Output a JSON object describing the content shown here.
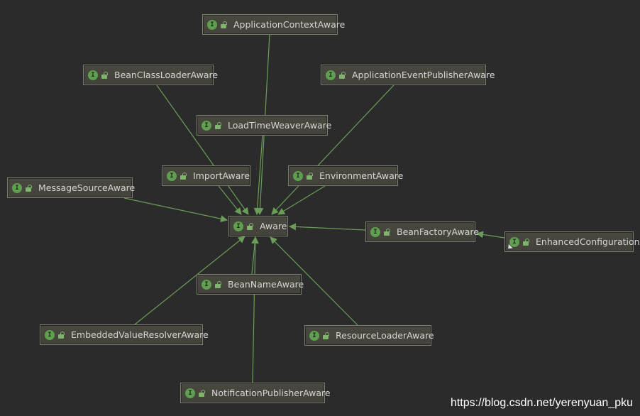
{
  "diagram": {
    "nodes": [
      {
        "id": "ApplicationContextAware",
        "label": "ApplicationContextAware",
        "kind": "interface"
      },
      {
        "id": "BeanClassLoaderAware",
        "label": "BeanClassLoaderAware",
        "kind": "interface"
      },
      {
        "id": "ApplicationEventPublisherAware",
        "label": "ApplicationEventPublisherAware",
        "kind": "interface"
      },
      {
        "id": "LoadTimeWeaverAware",
        "label": "LoadTimeWeaverAware",
        "kind": "interface"
      },
      {
        "id": "ImportAware",
        "label": "ImportAware",
        "kind": "interface"
      },
      {
        "id": "EnvironmentAware",
        "label": "EnvironmentAware",
        "kind": "interface"
      },
      {
        "id": "MessageSourceAware",
        "label": "MessageSourceAware",
        "kind": "interface"
      },
      {
        "id": "Aware",
        "label": "Aware",
        "kind": "interface"
      },
      {
        "id": "BeanFactoryAware",
        "label": "BeanFactoryAware",
        "kind": "interface"
      },
      {
        "id": "EnhancedConfiguration",
        "label": "EnhancedConfiguration",
        "kind": "interface",
        "overlay": "arrow"
      },
      {
        "id": "BeanNameAware",
        "label": "BeanNameAware",
        "kind": "interface"
      },
      {
        "id": "EmbeddedValueResolverAware",
        "label": "EmbeddedValueResolverAware",
        "kind": "interface"
      },
      {
        "id": "ResourceLoaderAware",
        "label": "ResourceLoaderAware",
        "kind": "interface"
      },
      {
        "id": "NotificationPublisherAware",
        "label": "NotificationPublisherAware",
        "kind": "interface"
      }
    ],
    "edges": [
      {
        "from": "ApplicationContextAware",
        "to": "Aware"
      },
      {
        "from": "BeanClassLoaderAware",
        "to": "Aware"
      },
      {
        "from": "ApplicationEventPublisherAware",
        "to": "Aware"
      },
      {
        "from": "LoadTimeWeaverAware",
        "to": "Aware"
      },
      {
        "from": "ImportAware",
        "to": "Aware"
      },
      {
        "from": "EnvironmentAware",
        "to": "Aware"
      },
      {
        "from": "MessageSourceAware",
        "to": "Aware"
      },
      {
        "from": "BeanFactoryAware",
        "to": "Aware"
      },
      {
        "from": "EnhancedConfiguration",
        "to": "BeanFactoryAware"
      },
      {
        "from": "BeanNameAware",
        "to": "Aware"
      },
      {
        "from": "EmbeddedValueResolverAware",
        "to": "Aware"
      },
      {
        "from": "ResourceLoaderAware",
        "to": "Aware"
      },
      {
        "from": "NotificationPublisherAware",
        "to": "Aware"
      }
    ],
    "icon_letter": "I",
    "colors": {
      "background": "#2b2b2b",
      "edge": "#6a9e58",
      "node_fill": "#45453d",
      "node_border": "#7d7d72",
      "interface_icon": "#5f9f50",
      "text": "#d6d6d6"
    }
  },
  "watermark": "https://blog.csdn.net/yerenyuan_pku"
}
